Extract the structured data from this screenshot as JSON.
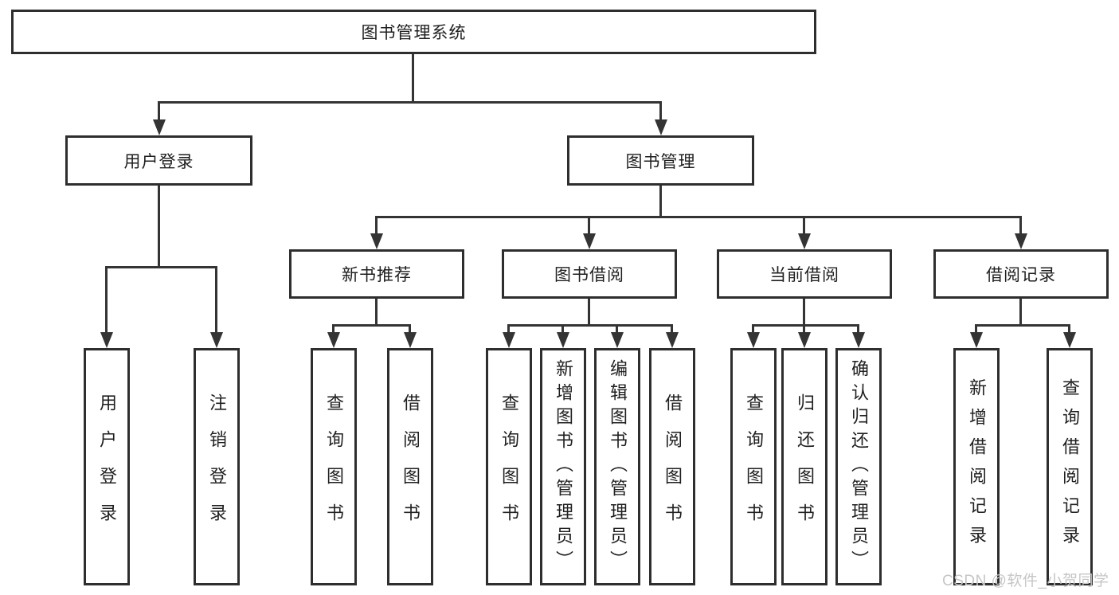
{
  "diagram": {
    "root": {
      "label": "图书管理系统"
    },
    "branches": [
      {
        "label": "用户登录",
        "children": [
          {
            "label": "用户登录"
          },
          {
            "label": "注销登录"
          }
        ]
      },
      {
        "label": "图书管理",
        "children": [
          {
            "label": "新书推荐",
            "children": [
              {
                "label": "查询图书"
              },
              {
                "label": "借阅图书"
              }
            ]
          },
          {
            "label": "图书借阅",
            "children": [
              {
                "label": "查询图书"
              },
              {
                "label": "新增图书（管理员）"
              },
              {
                "label": "编辑图书（管理员）"
              },
              {
                "label": "借阅图书"
              }
            ]
          },
          {
            "label": "当前借阅",
            "children": [
              {
                "label": "查询图书"
              },
              {
                "label": "归还图书"
              },
              {
                "label": "确认归还（管理员）"
              }
            ]
          },
          {
            "label": "借阅记录",
            "children": [
              {
                "label": "新增借阅记录"
              },
              {
                "label": "查询借阅记录"
              }
            ]
          }
        ]
      }
    ]
  },
  "watermark": {
    "text": "CSDN @软件_小贺同学"
  },
  "colors": {
    "line": "#343434",
    "box_border": "#2e2e2e",
    "text": "#1f1f1f",
    "watermark": "#c6c6c6",
    "background": "#ffffff"
  }
}
